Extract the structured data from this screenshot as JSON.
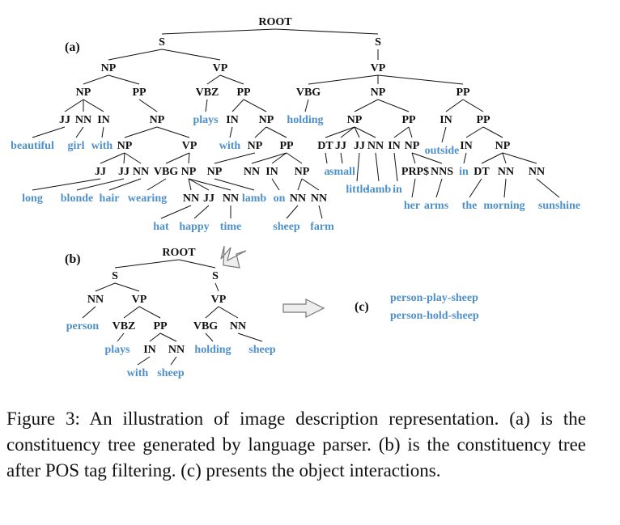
{
  "colors": {
    "word": "#4f90c8",
    "ink": "#111111",
    "arrow_fill": "#eeeeee",
    "arrow_stroke": "#777777"
  },
  "panels": {
    "a": "(a)",
    "b": "(b)",
    "c": "(c)"
  },
  "tree_a": {
    "nodes": [
      {
        "t": "ROOT",
        "k": "lbl"
      },
      {
        "t": "S",
        "k": "lbl"
      },
      {
        "t": "S",
        "k": "lbl"
      },
      {
        "t": "NP",
        "k": "lbl"
      },
      {
        "t": "VP",
        "k": "lbl"
      },
      {
        "t": "VP",
        "k": "lbl"
      },
      {
        "t": "NP",
        "k": "lbl"
      },
      {
        "t": "PP",
        "k": "lbl"
      },
      {
        "t": "VBZ",
        "k": "lbl"
      },
      {
        "t": "PP",
        "k": "lbl"
      },
      {
        "t": "VBG",
        "k": "lbl"
      },
      {
        "t": "NP",
        "k": "lbl"
      },
      {
        "t": "PP",
        "k": "lbl"
      },
      {
        "t": "JJ",
        "k": "lbl"
      },
      {
        "t": "NN",
        "k": "lbl"
      },
      {
        "t": "IN",
        "k": "lbl"
      },
      {
        "t": "NP",
        "k": "lbl"
      },
      {
        "t": "plays",
        "k": "word"
      },
      {
        "t": "IN",
        "k": "lbl"
      },
      {
        "t": "NP",
        "k": "lbl"
      },
      {
        "t": "holding",
        "k": "word"
      },
      {
        "t": "NP",
        "k": "lbl"
      },
      {
        "t": "PP",
        "k": "lbl"
      },
      {
        "t": "IN",
        "k": "lbl"
      },
      {
        "t": "PP",
        "k": "lbl"
      },
      {
        "t": "beautiful",
        "k": "word"
      },
      {
        "t": "girl",
        "k": "word"
      },
      {
        "t": "with",
        "k": "word"
      },
      {
        "t": "NP",
        "k": "lbl"
      },
      {
        "t": "VP",
        "k": "lbl"
      },
      {
        "t": "with",
        "k": "word"
      },
      {
        "t": "NP",
        "k": "lbl"
      },
      {
        "t": "PP",
        "k": "lbl"
      },
      {
        "t": "DT",
        "k": "lbl"
      },
      {
        "t": "JJ",
        "k": "lbl"
      },
      {
        "t": "JJ",
        "k": "lbl"
      },
      {
        "t": "NN",
        "k": "lbl"
      },
      {
        "t": "IN",
        "k": "lbl"
      },
      {
        "t": "NP",
        "k": "lbl"
      },
      {
        "t": "outside",
        "k": "word"
      },
      {
        "t": "IN",
        "k": "lbl"
      },
      {
        "t": "NP",
        "k": "lbl"
      },
      {
        "t": "JJ",
        "k": "lbl"
      },
      {
        "t": "JJ",
        "k": "lbl"
      },
      {
        "t": "NN",
        "k": "lbl"
      },
      {
        "t": "VBG",
        "k": "lbl"
      },
      {
        "t": "NP",
        "k": "lbl"
      },
      {
        "t": "NP",
        "k": "lbl"
      },
      {
        "t": "NN",
        "k": "lbl"
      },
      {
        "t": "IN",
        "k": "lbl"
      },
      {
        "t": "NP",
        "k": "lbl"
      },
      {
        "t": "a",
        "k": "word"
      },
      {
        "t": "small",
        "k": "word"
      },
      {
        "t": "PRP$",
        "k": "lbl"
      },
      {
        "t": "NNS",
        "k": "lbl"
      },
      {
        "t": "in",
        "k": "word"
      },
      {
        "t": "DT",
        "k": "lbl"
      },
      {
        "t": "NN",
        "k": "lbl"
      },
      {
        "t": "NN",
        "k": "lbl"
      },
      {
        "t": "long",
        "k": "word"
      },
      {
        "t": "blonde",
        "k": "word"
      },
      {
        "t": "hair",
        "k": "word"
      },
      {
        "t": "wearing",
        "k": "word"
      },
      {
        "t": "NN",
        "k": "lbl"
      },
      {
        "t": "JJ",
        "k": "lbl"
      },
      {
        "t": "NN",
        "k": "lbl"
      },
      {
        "t": "lamb",
        "k": "word"
      },
      {
        "t": "on",
        "k": "word"
      },
      {
        "t": "NN",
        "k": "lbl"
      },
      {
        "t": "NN",
        "k": "lbl"
      },
      {
        "t": "little",
        "k": "word"
      },
      {
        "t": "lamb",
        "k": "word"
      },
      {
        "t": "in",
        "k": "word"
      },
      {
        "t": "her",
        "k": "word"
      },
      {
        "t": "arms",
        "k": "word"
      },
      {
        "t": "the",
        "k": "word"
      },
      {
        "t": "morning",
        "k": "word"
      },
      {
        "t": "sunshine",
        "k": "word"
      },
      {
        "t": "hat",
        "k": "word"
      },
      {
        "t": "happy",
        "k": "word"
      },
      {
        "t": "time",
        "k": "word"
      },
      {
        "t": "sheep",
        "k": "word"
      },
      {
        "t": "farm",
        "k": "word"
      }
    ]
  },
  "tree_b": {
    "nodes": [
      {
        "t": "ROOT",
        "k": "lbl"
      },
      {
        "t": "S",
        "k": "lbl"
      },
      {
        "t": "S",
        "k": "lbl"
      },
      {
        "t": "NN",
        "k": "lbl"
      },
      {
        "t": "VP",
        "k": "lbl"
      },
      {
        "t": "VP",
        "k": "lbl"
      },
      {
        "t": "person",
        "k": "word"
      },
      {
        "t": "VBZ",
        "k": "lbl"
      },
      {
        "t": "PP",
        "k": "lbl"
      },
      {
        "t": "VBG",
        "k": "lbl"
      },
      {
        "t": "NN",
        "k": "lbl"
      },
      {
        "t": "plays",
        "k": "word"
      },
      {
        "t": "IN",
        "k": "lbl"
      },
      {
        "t": "NN",
        "k": "lbl"
      },
      {
        "t": "holding",
        "k": "word"
      },
      {
        "t": "sheep",
        "k": "word"
      },
      {
        "t": "with",
        "k": "word"
      },
      {
        "t": "sheep",
        "k": "word"
      }
    ]
  },
  "interactions": [
    "person-play-sheep",
    "person-hold-sheep"
  ],
  "caption": "Figure 3: An illustration of image description representation. (a) is the constituency tree generated by language parser. (b) is the constituency tree after POS tag filtering. (c) presents the object interactions."
}
